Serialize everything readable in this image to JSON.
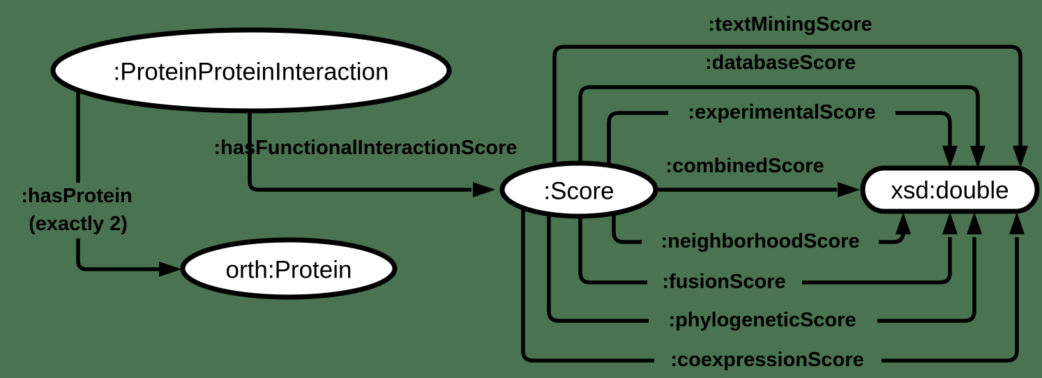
{
  "colors": {
    "background": "#4a7351",
    "node_fill": "#ffffff",
    "stroke": "#000000"
  },
  "diagram": {
    "nodes": {
      "protein_protein_interaction": {
        "label": ":ProteinProteinInteraction"
      },
      "orth_protein": {
        "label": "orth:Protein"
      },
      "score": {
        "label": ":Score"
      },
      "xsd_double": {
        "label": "xsd:double"
      }
    },
    "edges": {
      "has_protein": {
        "label": ":hasProtein",
        "cardinality": "(exactly 2)"
      },
      "has_functional_interaction_score": {
        "label": ":hasFunctionalInteractionScore"
      },
      "text_mining_score": {
        "label": ":textMiningScore"
      },
      "database_score": {
        "label": ":databaseScore"
      },
      "experimental_score": {
        "label": ":experimentalScore"
      },
      "combined_score": {
        "label": ":combinedScore"
      },
      "neighborhood_score": {
        "label": ":neighborhoodScore"
      },
      "fusion_score": {
        "label": ":fusionScore"
      },
      "phylogenetic_score": {
        "label": ":phylogeneticScore"
      },
      "coexpression_score": {
        "label": ":coexpressionScore"
      }
    }
  }
}
